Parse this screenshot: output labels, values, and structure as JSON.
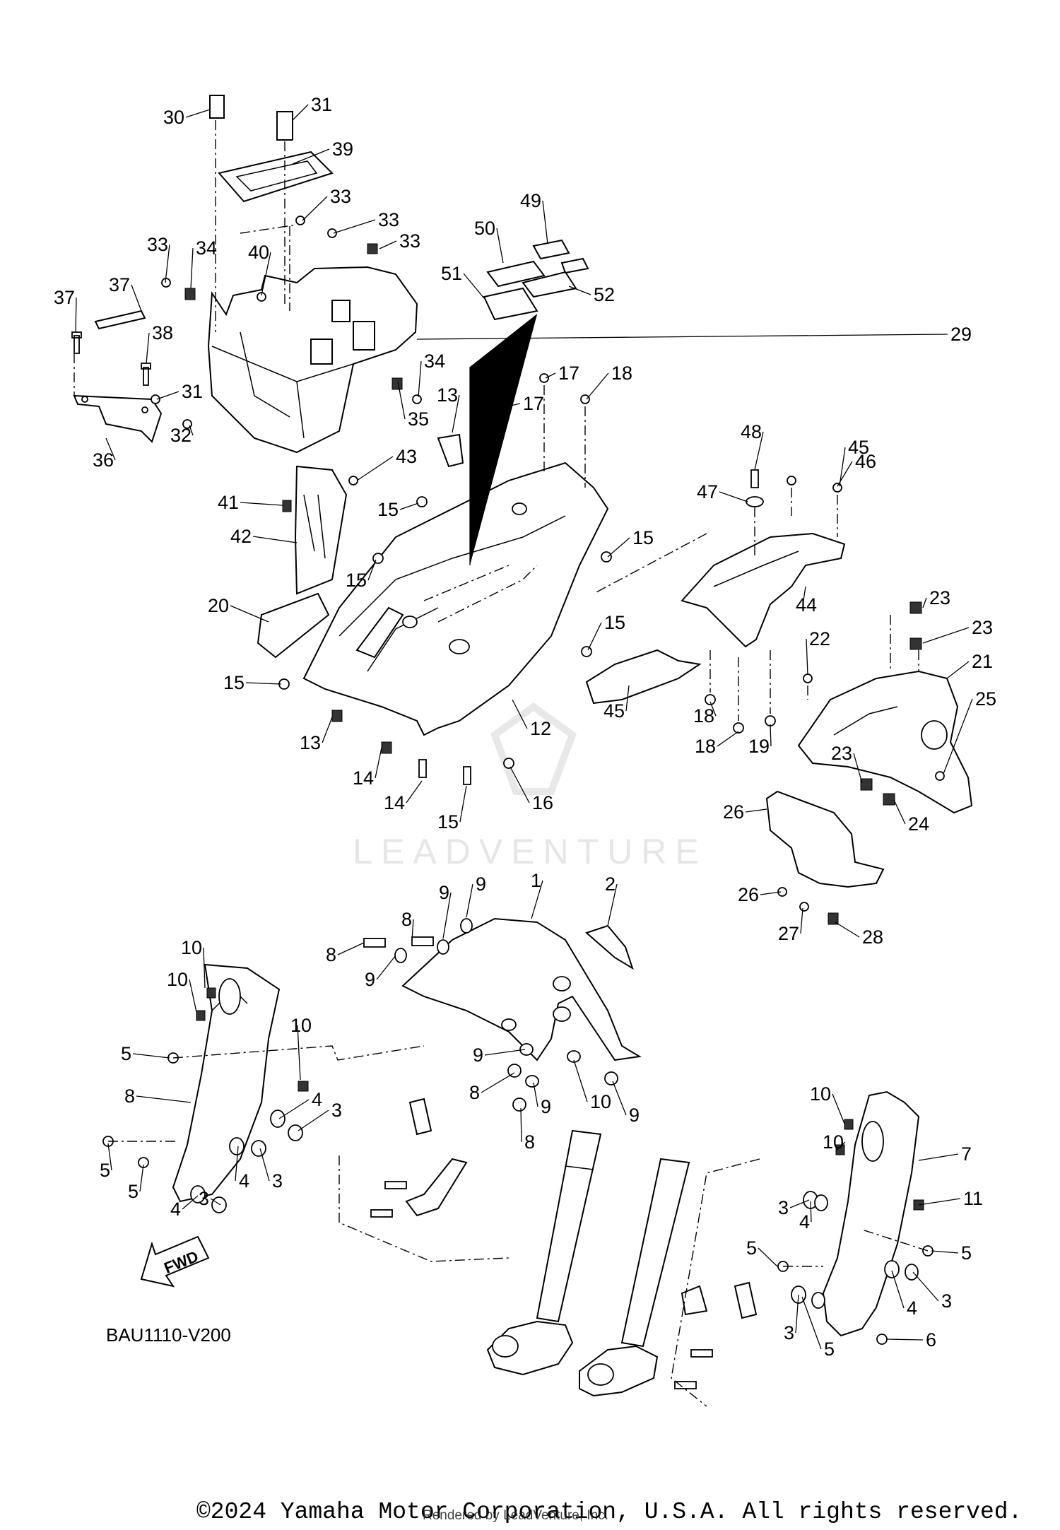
{
  "diagram": {
    "code": "BAU1110-V200",
    "fwd_label": "FWD",
    "watermark": "LEADVENTURE",
    "copyright": "©2024 Yamaha Motor Corporation, U.S.A. All rights reserved.",
    "rendered_by": "Rendered by LeadVenture, Inc."
  },
  "callouts": [
    "1",
    "2",
    "3",
    "3",
    "3",
    "3",
    "3",
    "3",
    "4",
    "4",
    "4",
    "4",
    "4",
    "5",
    "5",
    "5",
    "5",
    "5",
    "5",
    "6",
    "7",
    "8",
    "8",
    "8",
    "8",
    "8",
    "9",
    "9",
    "9",
    "9",
    "9",
    "9",
    "10",
    "10",
    "10",
    "10",
    "10",
    "10",
    "11",
    "12",
    "13",
    "13",
    "14",
    "14",
    "15",
    "15",
    "15",
    "15",
    "15",
    "15",
    "16",
    "17",
    "17",
    "18",
    "18",
    "18",
    "19",
    "20",
    "21",
    "22",
    "23",
    "23",
    "23",
    "24",
    "25",
    "26",
    "26",
    "27",
    "28",
    "29",
    "30",
    "31",
    "31",
    "32",
    "33",
    "33",
    "33",
    "33",
    "34",
    "34",
    "35",
    "36",
    "37",
    "37",
    "38",
    "39",
    "40",
    "41",
    "42",
    "43",
    "44",
    "45",
    "45",
    "46",
    "47",
    "48",
    "49",
    "50",
    "51",
    "52"
  ]
}
